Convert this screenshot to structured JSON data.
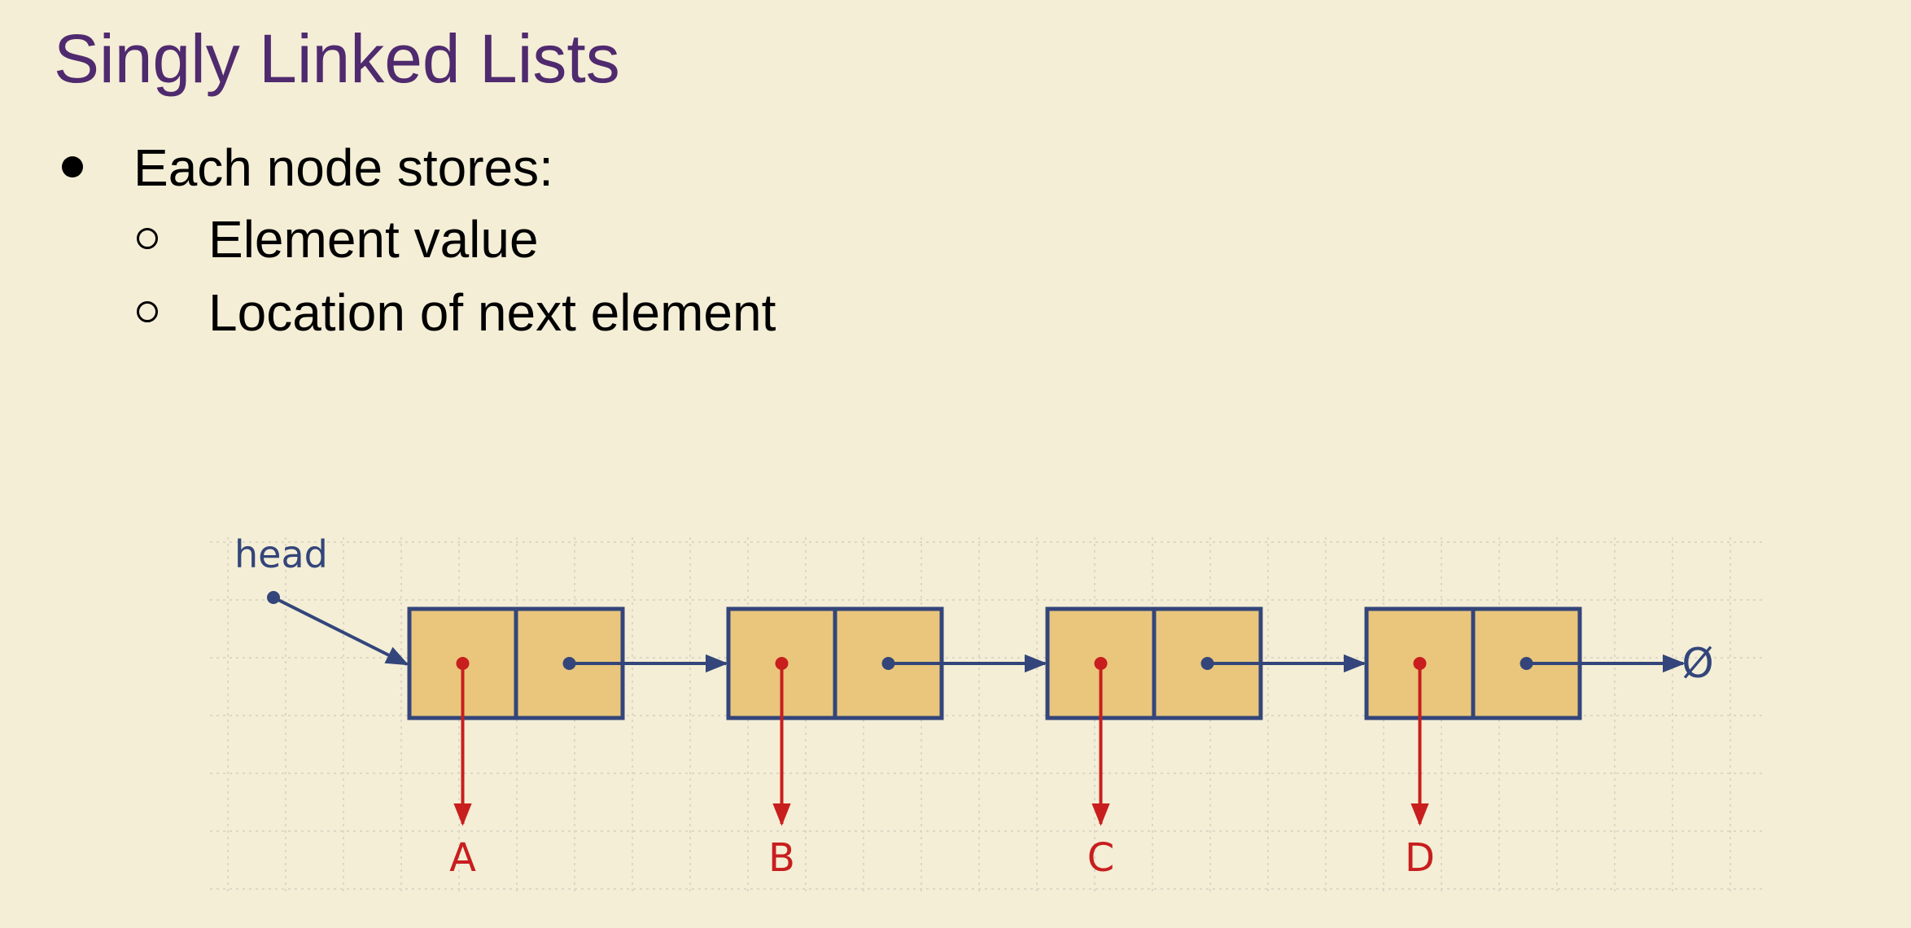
{
  "slide": {
    "title": "Singly Linked Lists",
    "bullets": [
      {
        "level": 1,
        "text": "Each node stores:"
      },
      {
        "level": 2,
        "text": "Element value"
      },
      {
        "level": 2,
        "text": "Location of next element"
      }
    ]
  },
  "diagram": {
    "head_label": "head",
    "null_symbol": "Ø",
    "nodes": [
      {
        "value": "A"
      },
      {
        "value": "B"
      },
      {
        "value": "C"
      },
      {
        "value": "D"
      }
    ],
    "colors": {
      "background": "#f4eed6",
      "title": "#4f2a6e",
      "node_fill": "#e9c67c",
      "node_border": "#33457a",
      "pointer": "#33457a",
      "element_arrow": "#c81e1e",
      "grid": "#dcd7c6"
    }
  }
}
